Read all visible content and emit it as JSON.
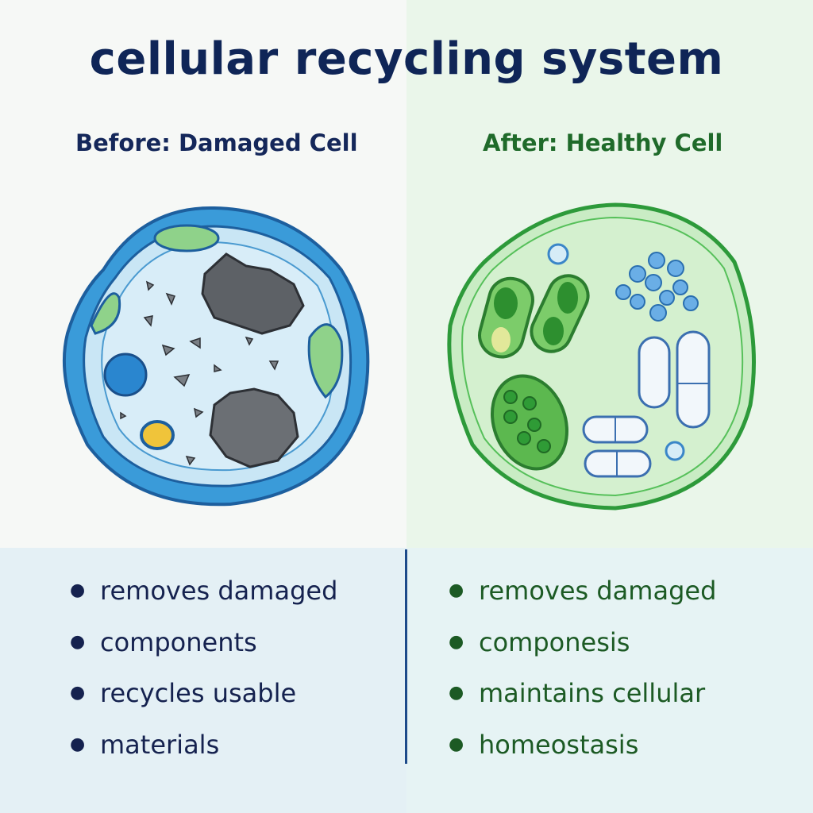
{
  "title": "cellular recycling system",
  "before": {
    "heading": "Before: Damaged Cell",
    "bullets": [
      "removes damaged",
      "components",
      "recycles usable",
      "materials"
    ]
  },
  "after": {
    "heading": "After: Healthy Cell",
    "bullets": [
      "removes damaged",
      "componesis",
      "maintains cellular",
      "homeostasis"
    ]
  },
  "colors": {
    "title": "#0f2557",
    "before_accent": "#3a9bd9",
    "after_accent": "#3dbb3d",
    "divider": "#1d4a8a"
  }
}
